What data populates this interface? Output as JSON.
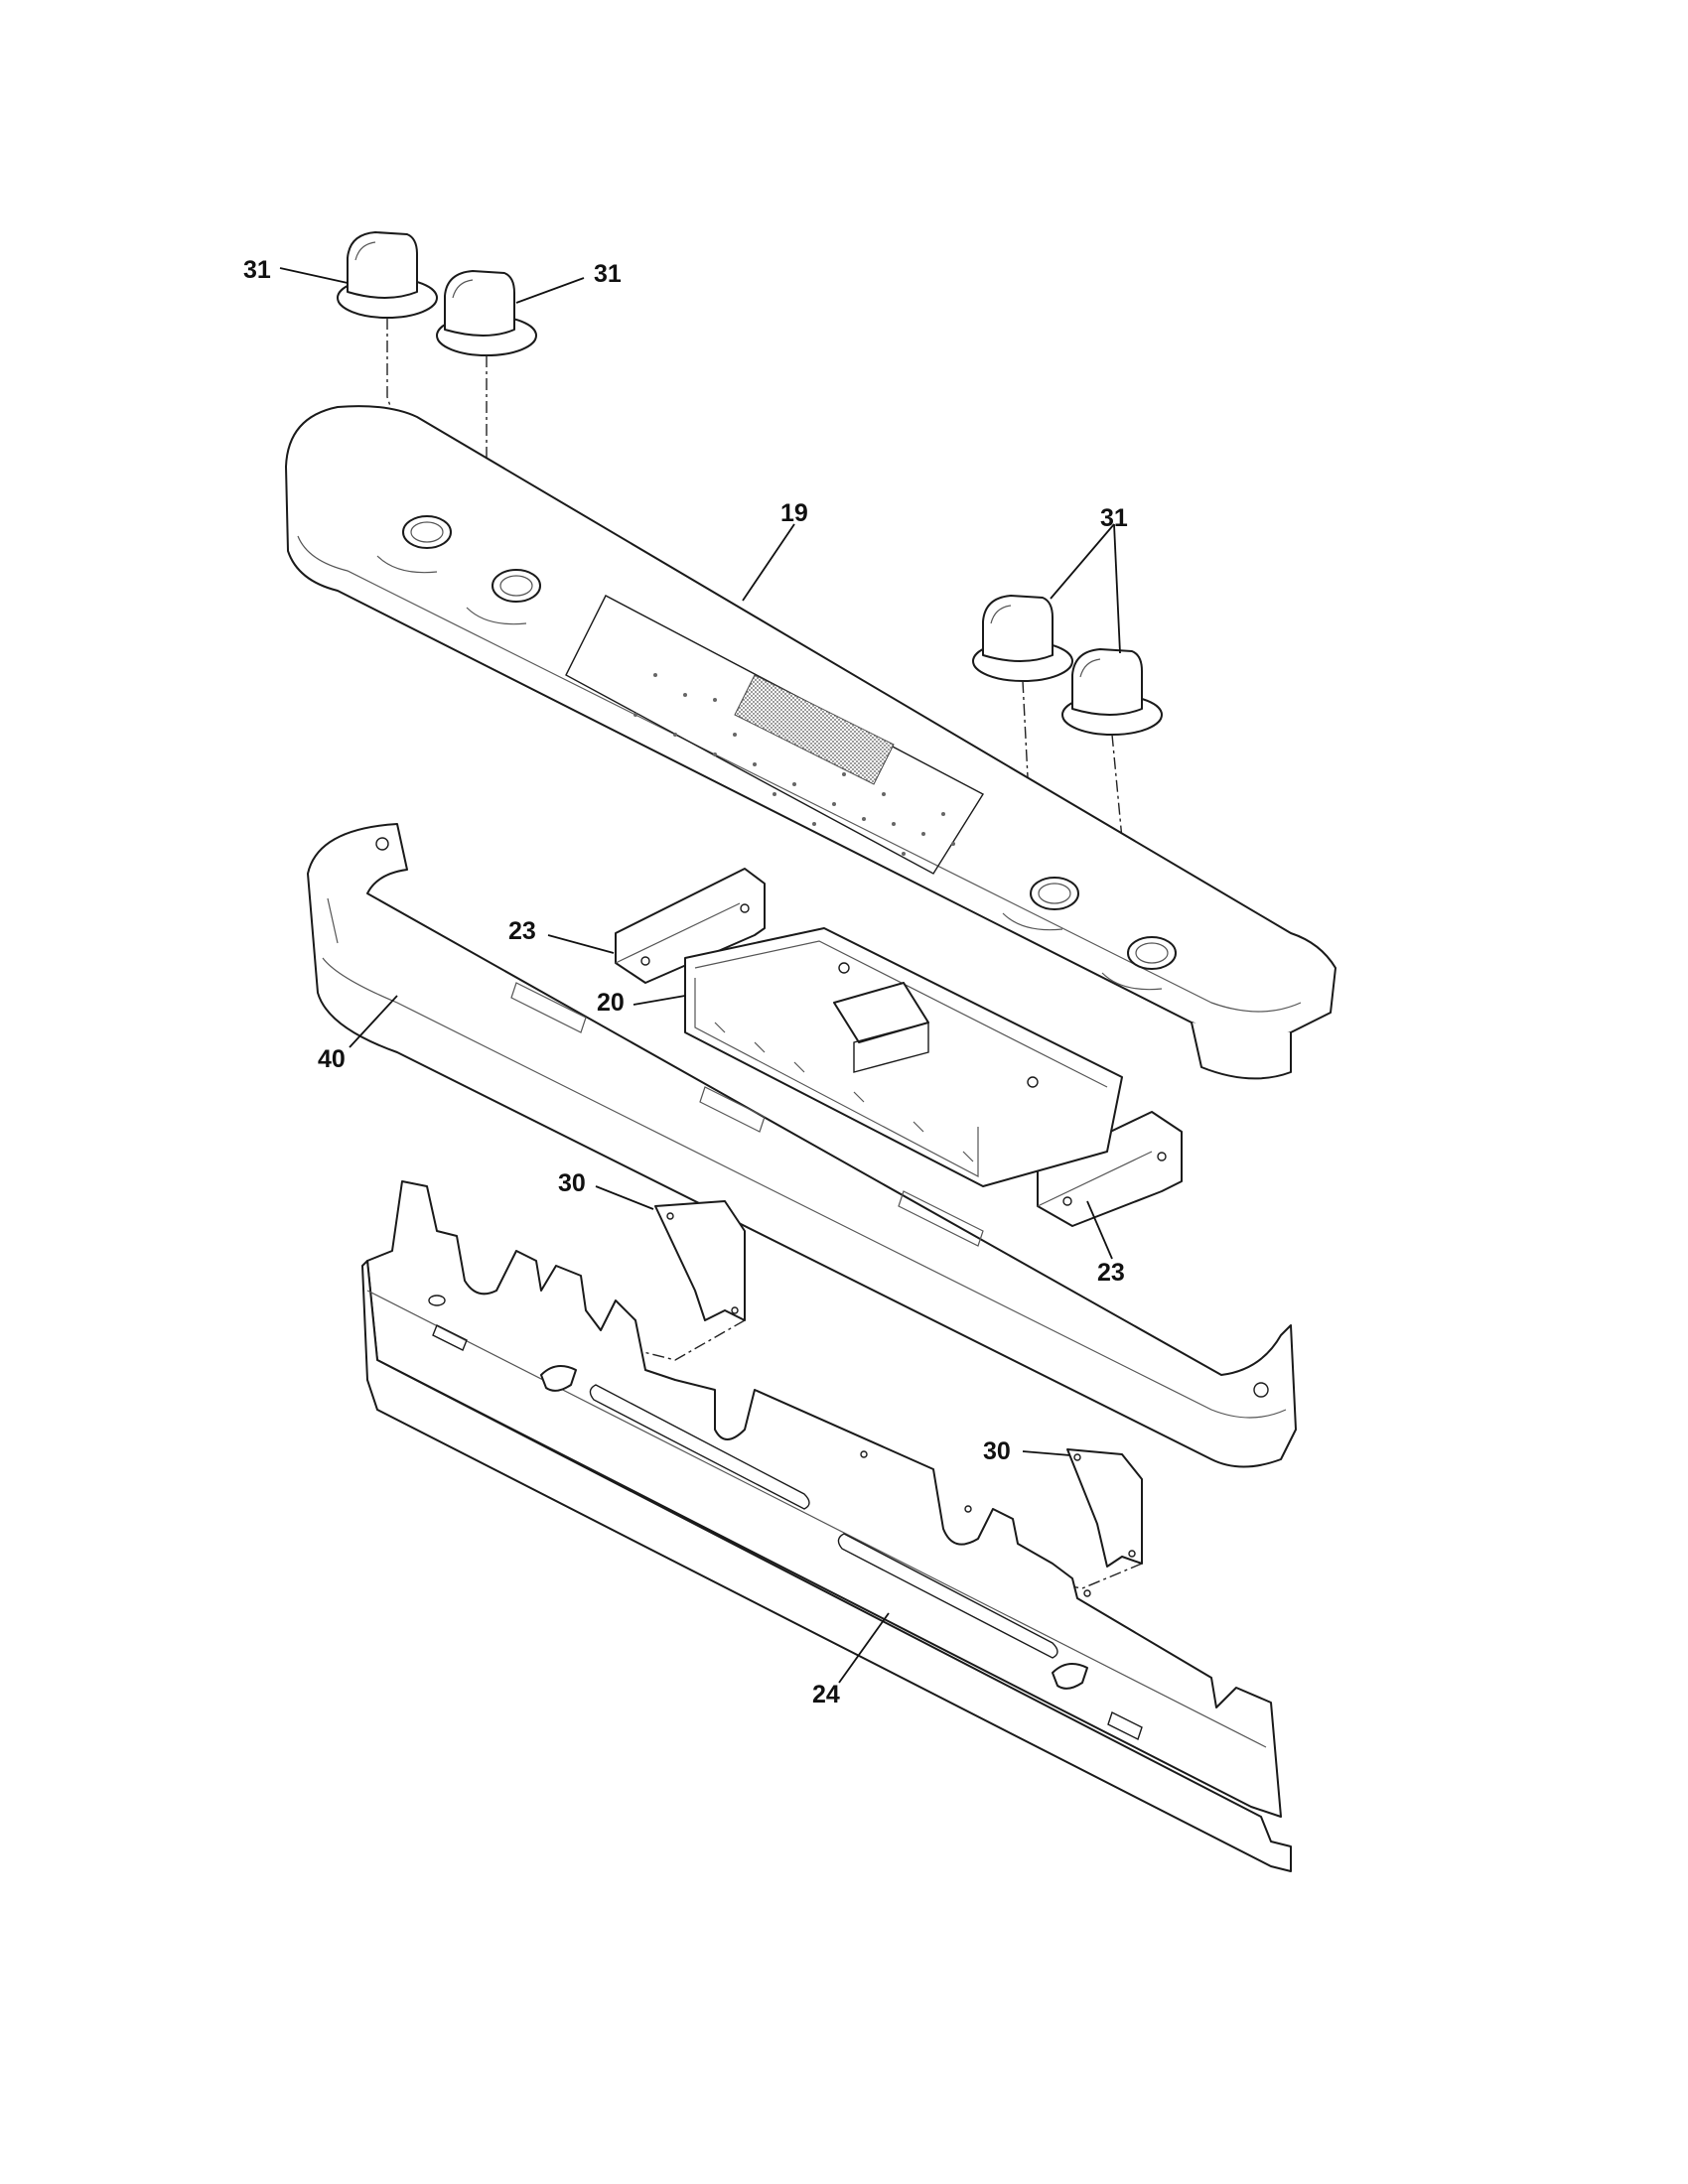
{
  "callouts": {
    "knob_top_left": "31",
    "knob_top_center": "31",
    "knob_right": "31",
    "control_panel": "19",
    "board_bracket_left": "23",
    "control_board": "20",
    "trim_panel": "40",
    "support_bracket_upper": "30",
    "board_bracket_right": "23",
    "support_bracket_lower": "30",
    "backguard_frame": "24"
  },
  "colors": {
    "line": "#1a1a1a",
    "background": "#ffffff"
  }
}
